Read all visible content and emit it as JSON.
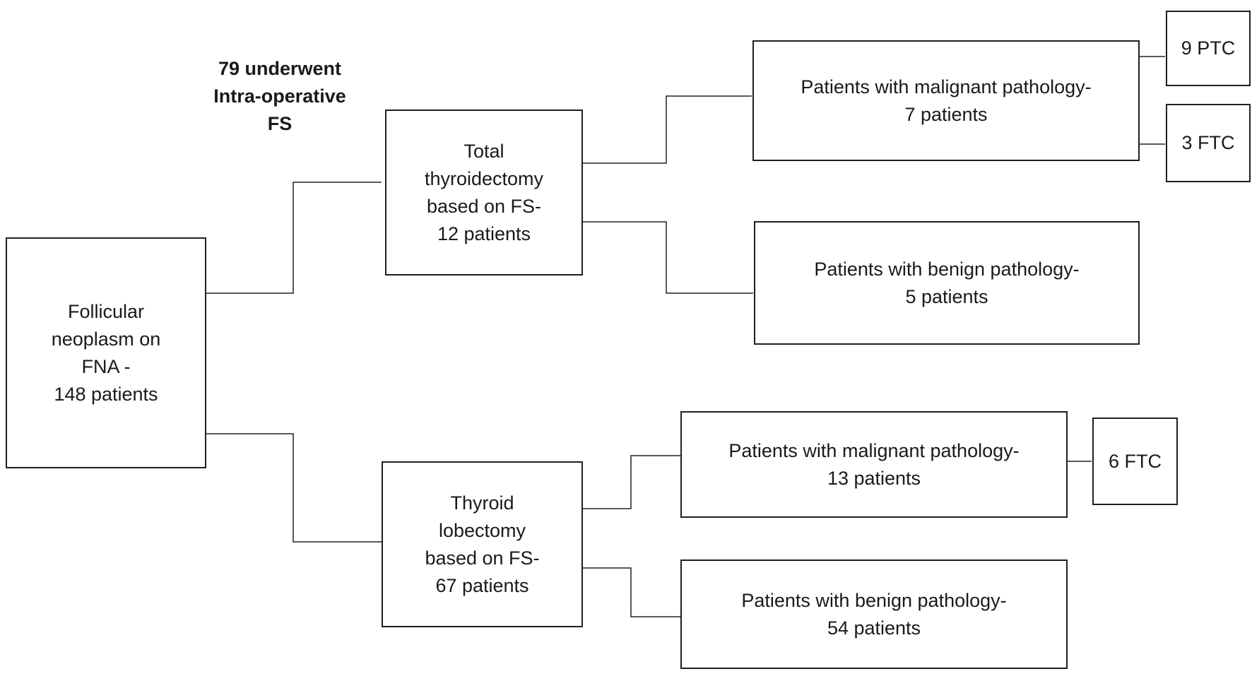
{
  "heading": "79 underwent\nIntra-operative\nFS",
  "nodes": {
    "fna": "Follicular\nneoplasm on\nFNA -\n148 patients",
    "total_thyroidectomy": "Total\nthyroidectomy\nbased on FS-\n12 patients",
    "lobectomy": "Thyroid\nlobectomy\nbased on FS-\n67 patients",
    "tt_malignant": "Patients with malignant pathology-\n7 patients",
    "tt_benign": "Patients with benign pathology-\n5 patients",
    "lob_malignant": "Patients with malignant pathology-\n13 patients",
    "lob_benign": "Patients with benign pathology-\n54 patients",
    "ptc_9": "9 PTC",
    "ftc_3": "3 FTC",
    "ftc_6": "6 FTC"
  }
}
